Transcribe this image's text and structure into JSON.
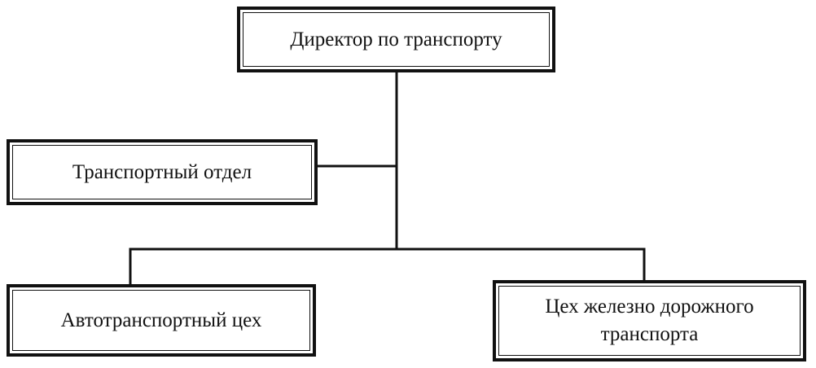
{
  "diagram": {
    "nodes": [
      {
        "id": "director",
        "label": "Директор по транспорту"
      },
      {
        "id": "transport_dept",
        "label": "Транспортный отдел"
      },
      {
        "id": "auto_shop",
        "label": "Автотранспортный цех"
      },
      {
        "id": "rail_shop",
        "label": "Цех железно дорожного\nтранспорта"
      }
    ],
    "edges": [
      {
        "from": "director",
        "to": "transport_dept"
      },
      {
        "from": "director",
        "to": "auto_shop"
      },
      {
        "from": "director",
        "to": "rail_shop"
      }
    ],
    "colors": {
      "line": "#111111",
      "box_fill": "#ffffff",
      "text": "#111111"
    }
  }
}
